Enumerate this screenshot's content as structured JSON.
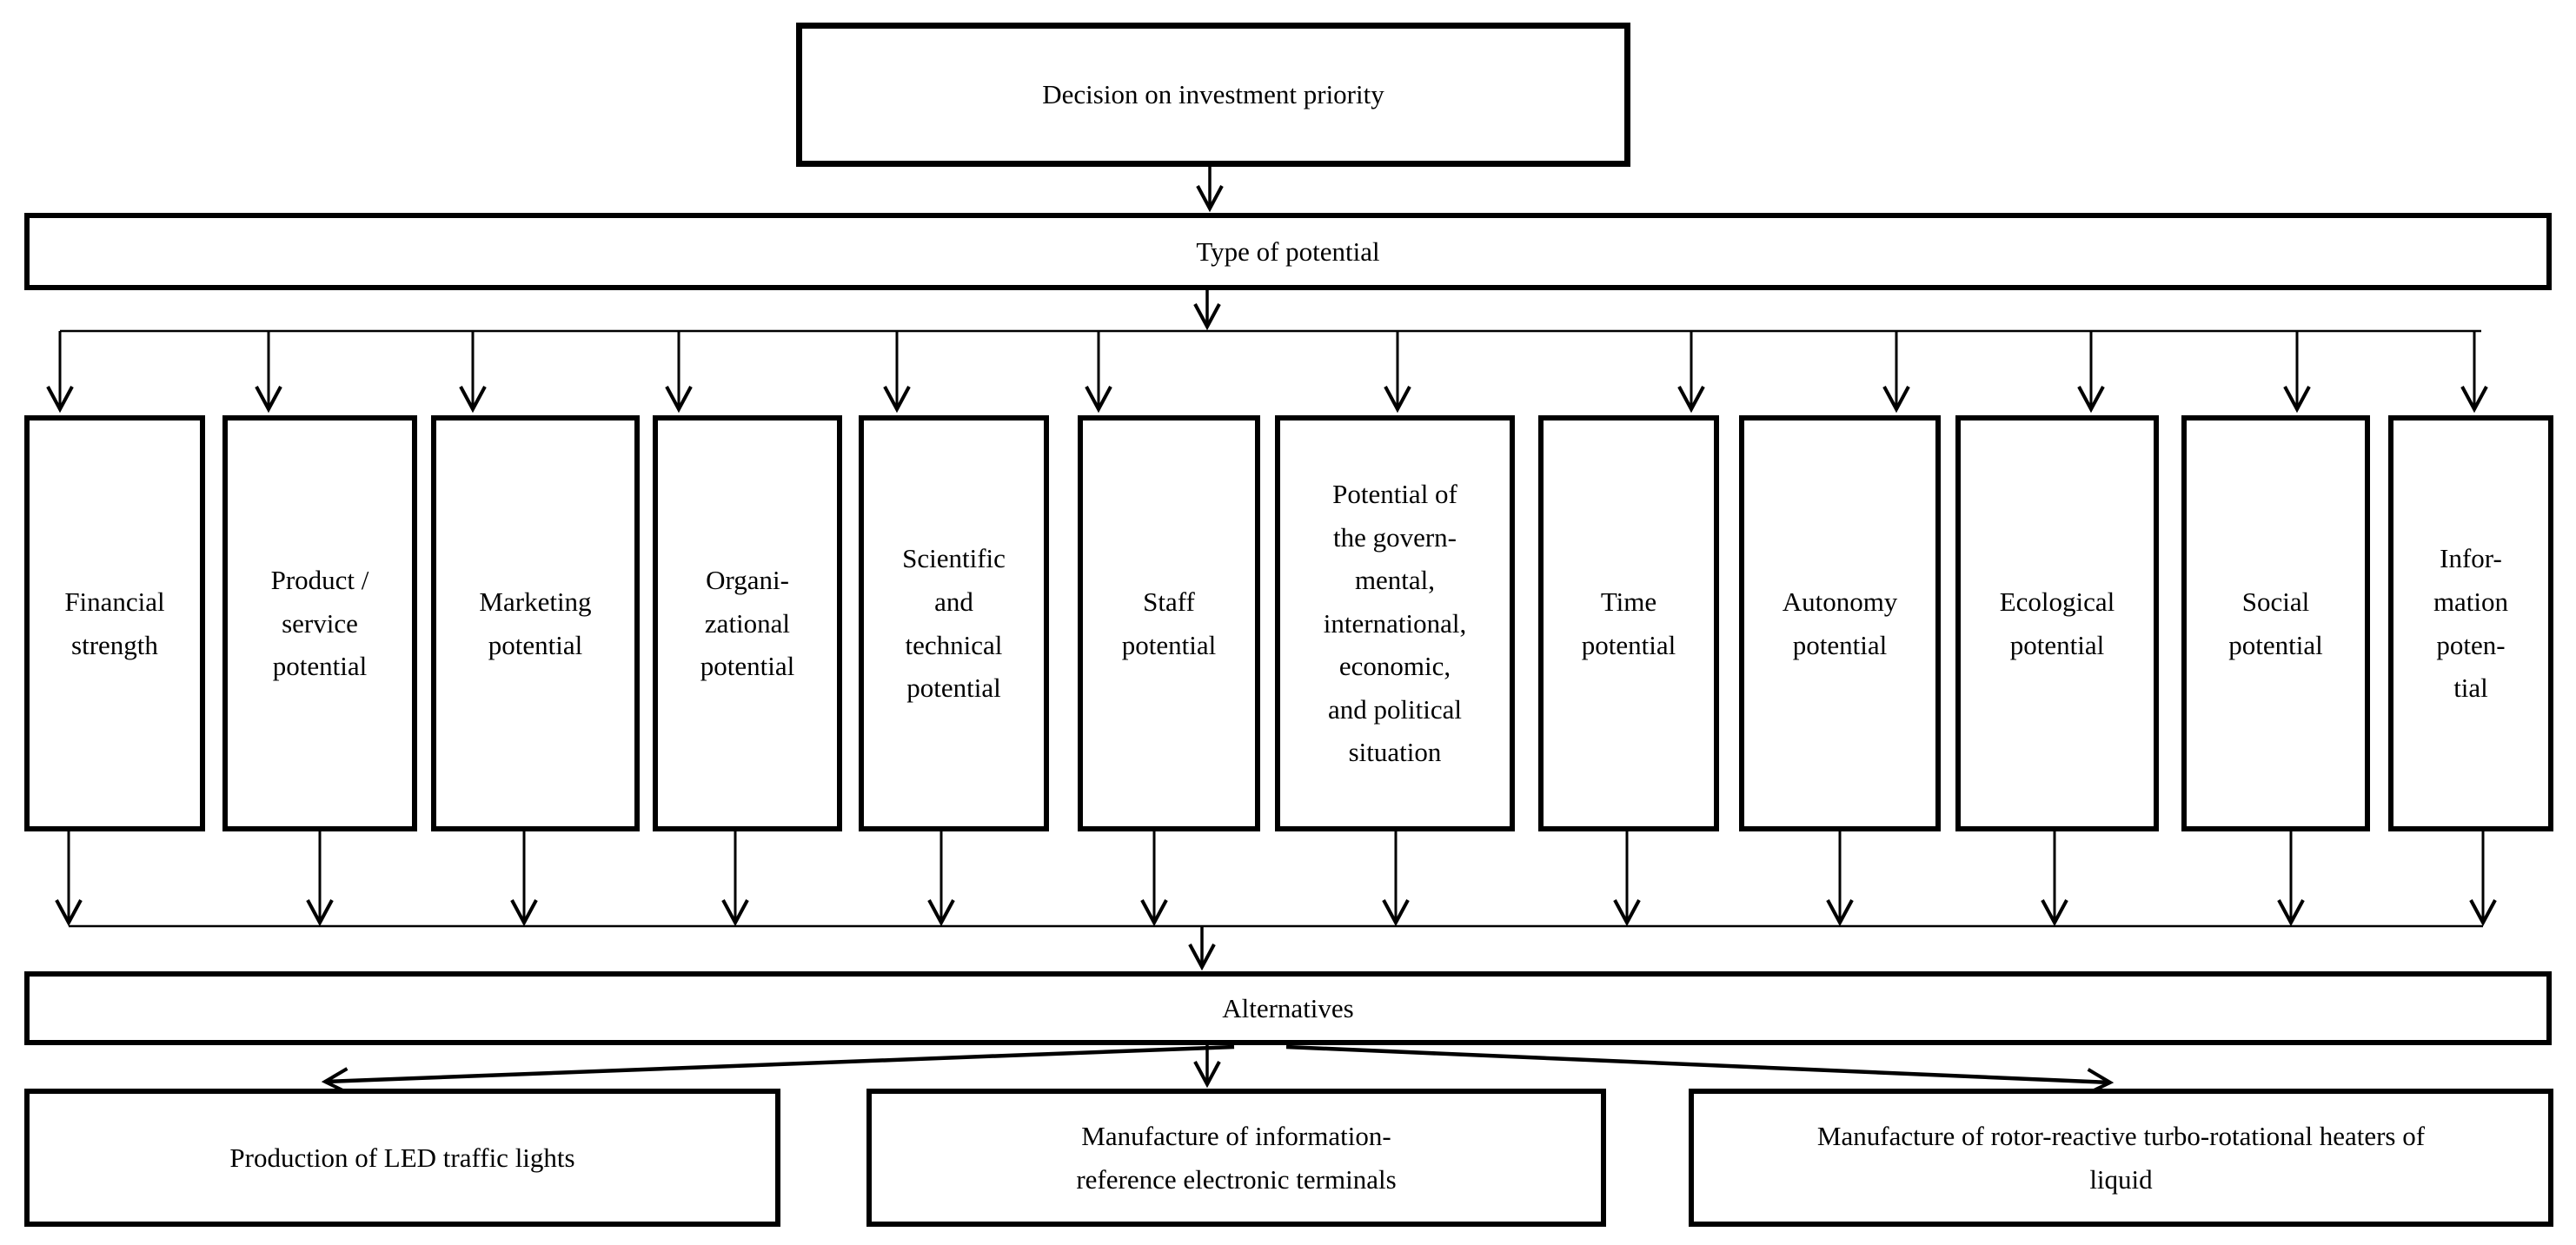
{
  "colors": {
    "line": "#000000",
    "text": "#000000",
    "background": "#ffffff"
  },
  "diagram": {
    "root_label": "Decision on investment priority",
    "level1_label": "Type of potential",
    "potentials": [
      {
        "label": "Financial\nstrength"
      },
      {
        "label": "Product /\nservice\npotential"
      },
      {
        "label": "Marketing\npotential"
      },
      {
        "label": "Organi-\nzational\npotential"
      },
      {
        "label": "Scientific\nand\ntechnical\npotential"
      },
      {
        "label": "Staff\npotential"
      },
      {
        "label": "Potential of\nthe govern-\nmental,\ninternational,\neconomic,\nand political\nsituation"
      },
      {
        "label": "Time\npotential"
      },
      {
        "label": "Autonomy\npotential"
      },
      {
        "label": "Ecological\npotential"
      },
      {
        "label": "Social\npotential"
      },
      {
        "label": "Infor-\nmation\npoten-\ntial"
      }
    ],
    "alternatives_label": "Alternatives",
    "alternatives": [
      {
        "label": "Production of LED traffic lights"
      },
      {
        "label": "Manufacture of information-\nreference electronic terminals"
      },
      {
        "label": "Manufacture of rotor-reactive turbo-rotational heaters of\nliquid"
      }
    ]
  }
}
